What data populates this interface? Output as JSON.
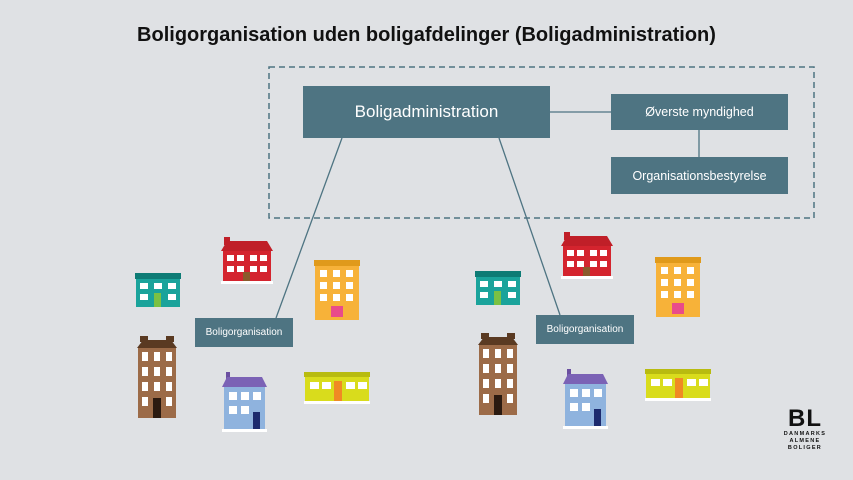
{
  "title": "Boligorganisation uden boligafdelinger (Boligadministration)",
  "nodes": {
    "main": "Boligadministration",
    "top_authority": "Øverste myndighed",
    "board": "Organisationsbestyrelse",
    "org_left": "Boligorganisation",
    "org_right": "Boligorganisation"
  },
  "logo": {
    "mark": "BL",
    "lines": [
      "DANMARKS",
      "ALMENE",
      "BOLIGER"
    ]
  },
  "colors": {
    "box": "#4e7482",
    "background": "#dfe1e4",
    "teal_house": "#1aa39b",
    "red_house": "#d4242e",
    "orange_house": "#f7b239",
    "brown_house": "#9c6b48",
    "blue_house": "#8fb3de",
    "yellow_house": "#d9dc1c"
  }
}
